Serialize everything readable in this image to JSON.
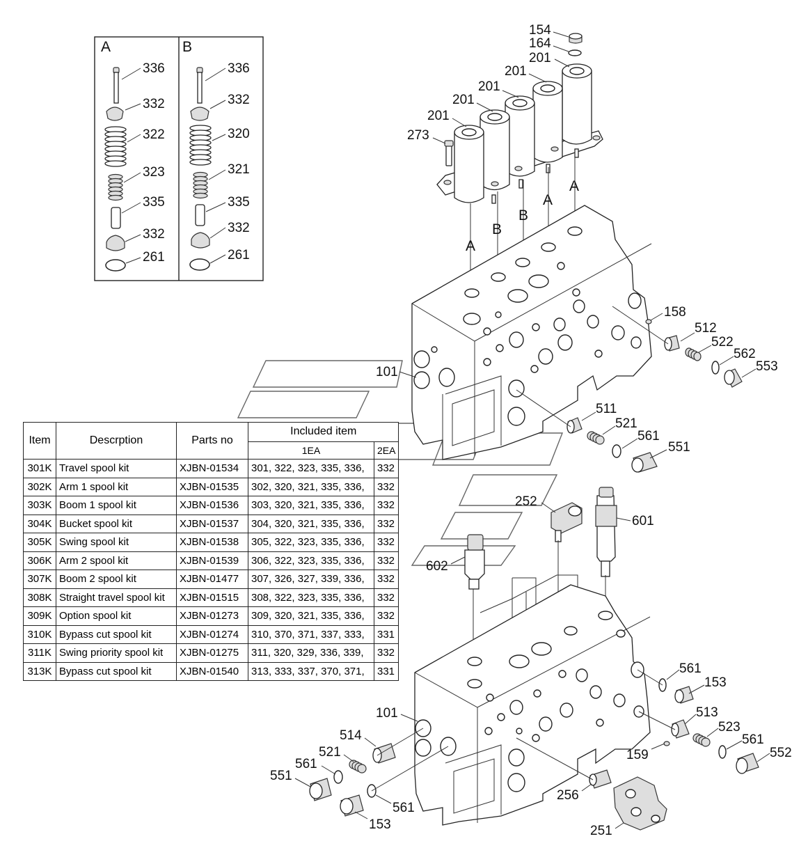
{
  "inset": {
    "labels": [
      "A",
      "B"
    ],
    "col_a": [
      "336",
      "332",
      "322",
      "323",
      "335",
      "332",
      "261"
    ],
    "col_b": [
      "336",
      "332",
      "320",
      "321",
      "335",
      "332",
      "261"
    ]
  },
  "solenoids": {
    "callouts": [
      "154",
      "164",
      "201",
      "201",
      "201",
      "201",
      "201",
      "273"
    ],
    "port_letters": [
      "A",
      "B",
      "B",
      "A",
      "A"
    ]
  },
  "upper_block": {
    "callouts": [
      "101",
      "158",
      "512",
      "522",
      "562",
      "553",
      "511",
      "521",
      "561",
      "551"
    ]
  },
  "lower_block": {
    "callouts": [
      "252",
      "601",
      "602",
      "561",
      "153",
      "101",
      "514",
      "521",
      "561",
      "551",
      "513",
      "523",
      "561",
      "552",
      "159",
      "256",
      "561",
      "153",
      "251"
    ]
  },
  "table": {
    "headers": {
      "item": "Item",
      "description": "Descrption",
      "parts_no": "Parts no",
      "included": "Included item",
      "ea1": "1EA",
      "ea2": "2EA"
    },
    "rows": [
      {
        "item": "301K",
        "description": "Travel spool kit",
        "parts_no": "XJBN-01534",
        "ea1": "301, 322, 323, 335, 336,",
        "ea2": "332"
      },
      {
        "item": "302K",
        "description": "Arm 1 spool kit",
        "parts_no": "XJBN-01535",
        "ea1": "302, 320, 321, 335, 336,",
        "ea2": "332"
      },
      {
        "item": "303K",
        "description": "Boom 1 spool kit",
        "parts_no": "XJBN-01536",
        "ea1": "303, 320, 321, 335, 336,",
        "ea2": "332"
      },
      {
        "item": "304K",
        "description": "Bucket spool kit",
        "parts_no": "XJBN-01537",
        "ea1": "304, 320, 321, 335, 336,",
        "ea2": "332"
      },
      {
        "item": "305K",
        "description": "Swing spool kit",
        "parts_no": "XJBN-01538",
        "ea1": "305, 322, 323, 335, 336,",
        "ea2": "332"
      },
      {
        "item": "306K",
        "description": "Arm 2 spool kit",
        "parts_no": "XJBN-01539",
        "ea1": "306, 322, 323, 335, 336,",
        "ea2": "332"
      },
      {
        "item": "307K",
        "description": "Boom 2 spool kit",
        "parts_no": "XJBN-01477",
        "ea1": "307, 326, 327, 339, 336,",
        "ea2": "332"
      },
      {
        "item": "308K",
        "description": "Straight travel spool kit",
        "parts_no": "XJBN-01515",
        "ea1": "308, 322, 323, 335, 336,",
        "ea2": "332"
      },
      {
        "item": "309K",
        "description": "Option spool kit",
        "parts_no": "XJBN-01273",
        "ea1": "309, 320, 321, 335, 336,",
        "ea2": "332"
      },
      {
        "item": "310K",
        "description": "Bypass cut spool kit",
        "parts_no": "XJBN-01274",
        "ea1": "310, 370, 371, 337, 333,",
        "ea2": "331"
      },
      {
        "item": "311K",
        "description": "Swing priority spool kit",
        "parts_no": "XJBN-01275",
        "ea1": "311, 320, 329, 336, 339,",
        "ea2": "332"
      },
      {
        "item": "313K",
        "description": "Bypass cut spool kit",
        "parts_no": "XJBN-01540",
        "ea1": "313, 333, 337, 370, 371,",
        "ea2": "331"
      }
    ]
  }
}
